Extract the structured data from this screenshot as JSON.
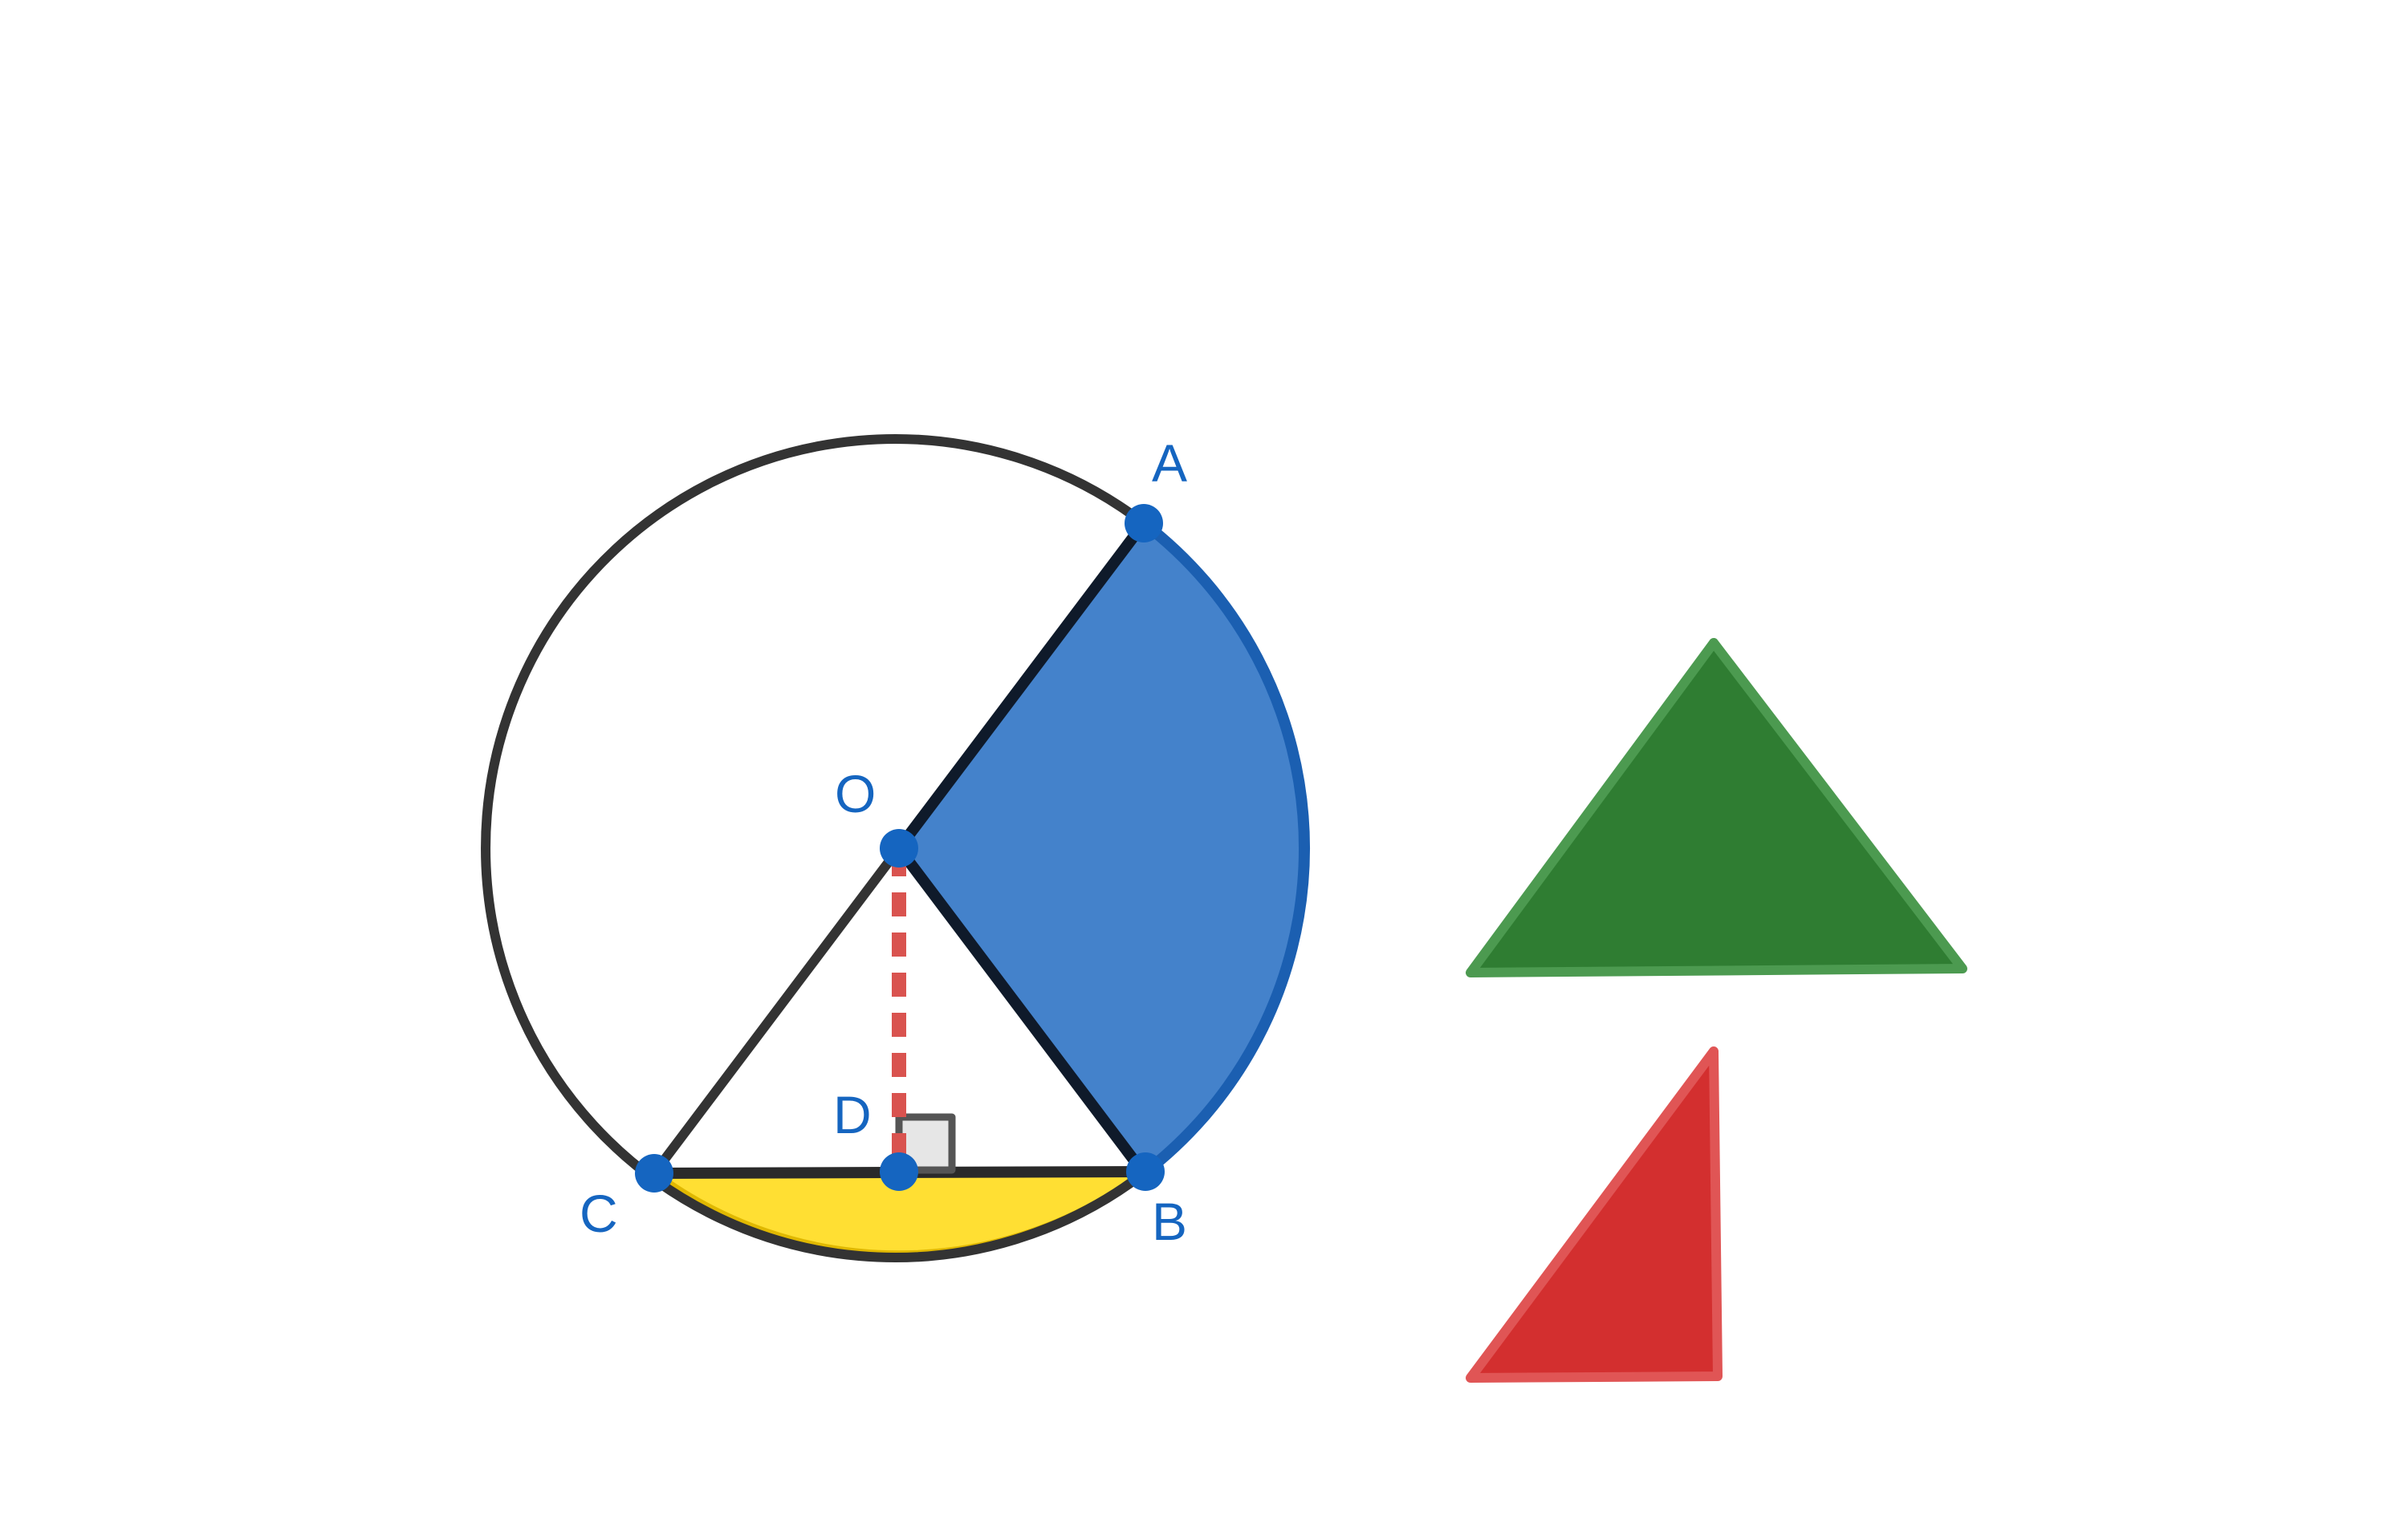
{
  "diagram": {
    "points": {
      "A": "A",
      "B": "B",
      "C": "C",
      "D": "D",
      "O": "O"
    }
  },
  "colors": {
    "point": "#1565c0",
    "circle_stroke": "#333333",
    "sector_fill": "#4482cb",
    "sector_stroke": "#1b5fb1",
    "segment_fill": "#ffdf33",
    "segment_stroke": "#e0b800",
    "altitude_dash": "#d9534f",
    "green_triangle_fill": "#2f7d32",
    "green_triangle_stroke": "#4c9a50",
    "red_triangle_fill": "#d32f2f",
    "red_triangle_stroke": "#e05555"
  }
}
